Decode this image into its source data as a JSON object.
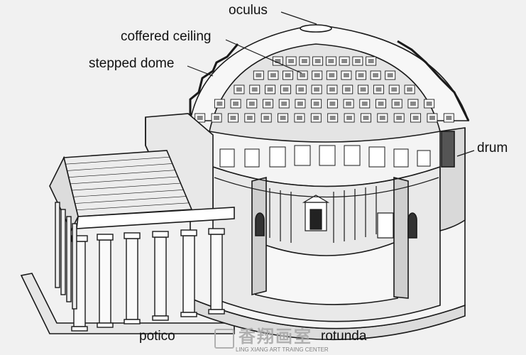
{
  "labels": {
    "oculus": "oculus",
    "coffered_ceiling": "coffered ceiling",
    "stepped_dome": "stepped dome",
    "drum": "drum",
    "portico": "potico",
    "rotunda": "rotunda"
  },
  "watermark": {
    "chinese": "香翔画室",
    "english": "LING XIANG ART TRAING CENTER"
  },
  "colors": {
    "ink": "#1a1a1a",
    "paper": "#f1f1f1",
    "shade": "#9a9a9a"
  }
}
